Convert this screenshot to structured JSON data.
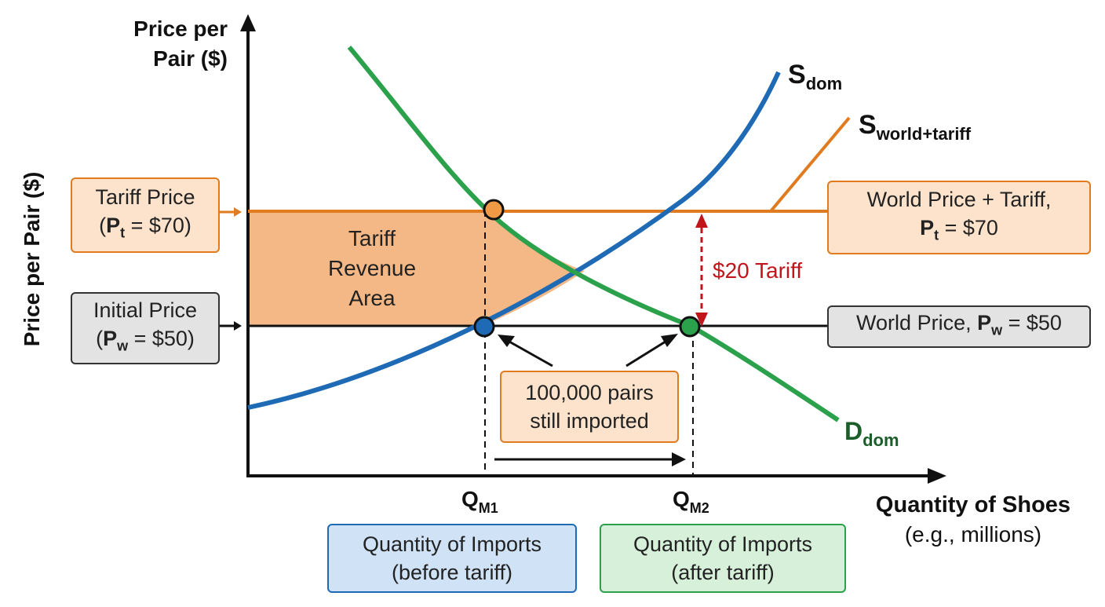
{
  "y_axis": {
    "title_line1": "Price per",
    "title_line2": "Pair ($)",
    "side_title": "Price per Pair ($)"
  },
  "x_axis": {
    "title": "Quantity of Shoes",
    "subtitle": "(e.g., millions)"
  },
  "curves": {
    "supply_domestic": {
      "main": "S",
      "sub": "dom"
    },
    "supply_world_tariff": {
      "main": "S",
      "sub": "world+tariff"
    },
    "demand_domestic": {
      "main": "D",
      "sub": "dom"
    }
  },
  "ticks": {
    "qm1": {
      "main": "Q",
      "sub": "M1"
    },
    "qm2": {
      "main": "Q",
      "sub": "M2"
    }
  },
  "boxes": {
    "tariff_price": {
      "line1": "Tariff Price",
      "line2_open": "(",
      "line2_var": "P",
      "line2_sub": "t",
      "line2_rest": " = $70)"
    },
    "initial_price": {
      "line1": "Initial Price",
      "line2_open": "(",
      "line2_var": "P",
      "line2_sub": "w",
      "line2_rest": " = $50)"
    },
    "world_price_tariff": {
      "line1": "World Price + Tariff,",
      "line2_var": "P",
      "line2_sub": "t",
      "line2_rest": " = $70"
    },
    "world_price": {
      "text": "World Price, ",
      "var": "P",
      "sub": "w",
      "rest": " = $50"
    },
    "imports_note": {
      "line1": "100,000 pairs",
      "line2": "still imported"
    },
    "imports_before": {
      "line1": "Quantity of Imports",
      "line2": "(before tariff)"
    },
    "imports_after": {
      "line1": "Quantity of Imports",
      "line2": "(after tariff)"
    }
  },
  "area_label": {
    "line1": "Tariff",
    "line2": "Revenue",
    "line3": "Area"
  },
  "tariff_label": "$20 Tariff",
  "colors": {
    "supply": "#1f6ab5",
    "demand": "#2aa14a",
    "tariff_line": "#e07b1f",
    "tariff_area": "#f4b886",
    "tariff_arrow": "#c0151b",
    "axis": "#111111"
  }
}
